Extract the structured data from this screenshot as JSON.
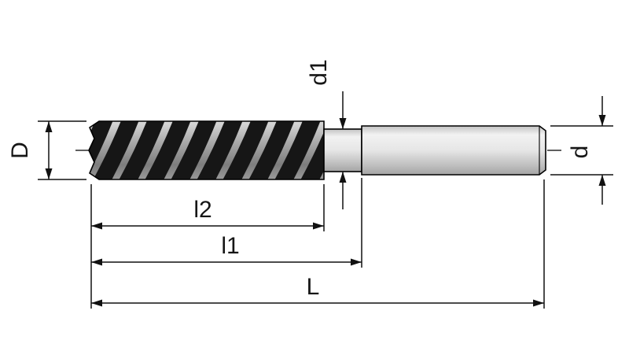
{
  "labels": {
    "diameter_cut": "D",
    "neck_diameter": "d1",
    "shank_diameter": "d",
    "flute_length": "l2",
    "length_to_neck": "l1",
    "overall_length": "L"
  },
  "colors": {
    "background": "#ffffff",
    "line": "#111111",
    "flute_dark": "#161616",
    "flute_light": "#b0b0b0",
    "steel_light": "#f2f2f2",
    "steel_mid": "#d8d8d8",
    "steel_dark": "#a8a8a8"
  }
}
